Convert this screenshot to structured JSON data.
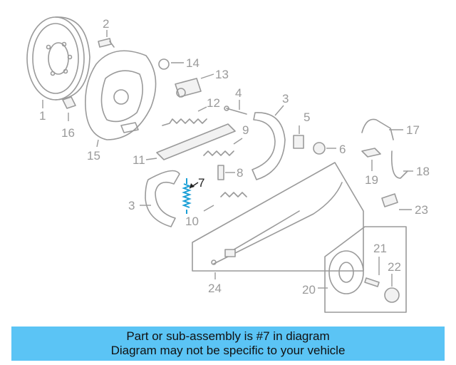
{
  "diagram": {
    "highlighted_part": "7",
    "callouts": [
      "1",
      "2",
      "3",
      "3",
      "4",
      "5",
      "6",
      "7",
      "8",
      "9",
      "10",
      "11",
      "12",
      "13",
      "14",
      "15",
      "16",
      "17",
      "18",
      "19",
      "20",
      "21",
      "22",
      "23",
      "24"
    ],
    "colors": {
      "part_outline": "#9a9a9a",
      "highlight": "#1a9fd6",
      "banner": "#5bc4f5"
    }
  },
  "caption": {
    "line1": "Part or sub-assembly is #7 in diagram",
    "line2": "Diagram may not be specific to your vehicle"
  }
}
